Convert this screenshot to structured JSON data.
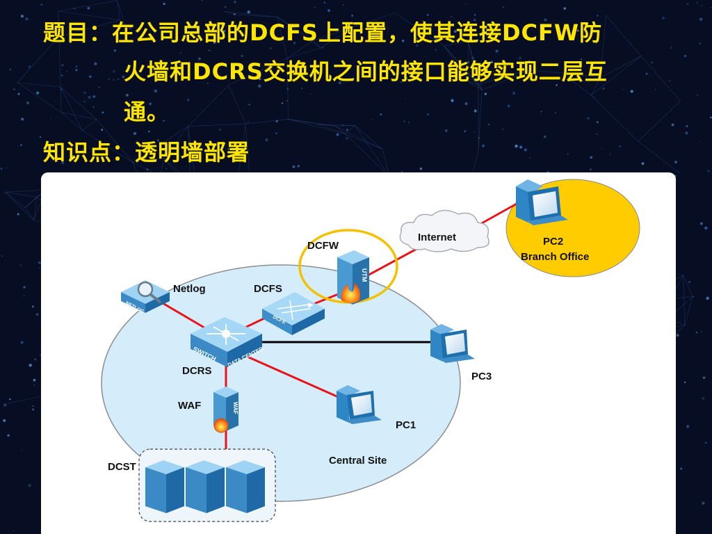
{
  "slide": {
    "title_prefix": "题目：",
    "title_line1": "在公司总部的DCFS上配置，使其连接DCFW防",
    "title_line2": "火墙和DCRS交换机之间的接口能够实现二层互",
    "title_line3": "通。",
    "knowledge_label": "知识点：透明墙部署"
  },
  "diagram": {
    "nodes": {
      "dcfw": "DCFW",
      "internet": "Internet",
      "pc2": "PC2",
      "branch_office": "Branch Office",
      "netlog": "Netlog",
      "dcfs": "DCFS",
      "dcrs": "DCRS",
      "pc3": "PC3",
      "waf": "WAF",
      "pc1": "PC1",
      "dcst": "DCST",
      "central_site": "Central Site"
    },
    "icon_text": {
      "netlog": "NETLOG",
      "dcfs": "DCFS",
      "switch": "SWITCH",
      "data_center": "DATA CENTER",
      "utm": "UTM",
      "waf": "WAF"
    },
    "colors": {
      "link_red": "#e8141b",
      "link_black": "#000000",
      "central_site_fill": "#d5ecfa",
      "branch_fill": "#ffcc00",
      "highlight_ring": "#f2c200"
    }
  }
}
